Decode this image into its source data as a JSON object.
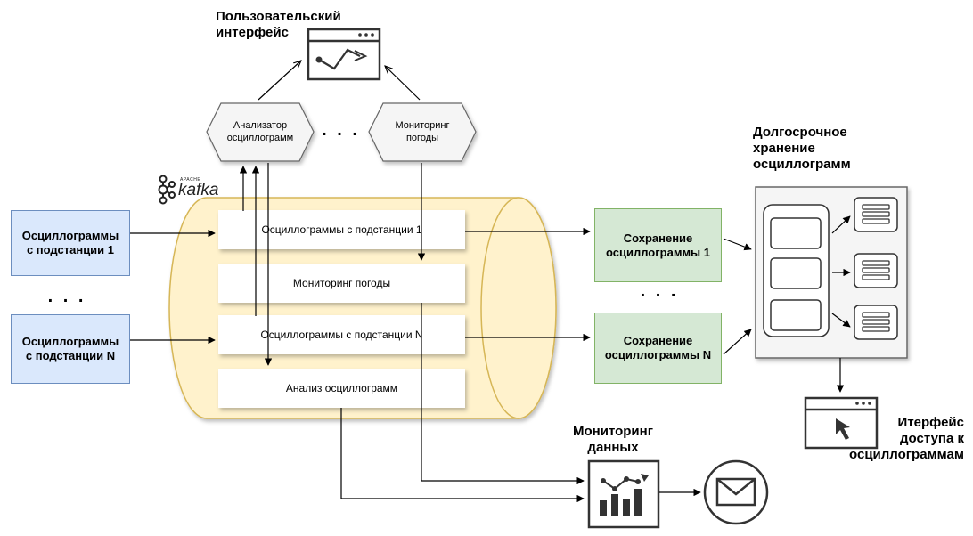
{
  "ui_title": {
    "line1": "Пользовательский",
    "line2": "интерфейс"
  },
  "kafka_logo": {
    "small_text": "APACHE",
    "name": "kafka"
  },
  "services": {
    "analyzer": [
      "Анализатор",
      "осциллограмм"
    ],
    "weather": [
      "Мониторинг",
      "погоды"
    ],
    "dots": ". . ."
  },
  "sources": {
    "source1": [
      "Осциллограммы",
      "с подстанции 1"
    ],
    "sourceN": [
      "Осциллограммы",
      "с подстанции N"
    ],
    "dots": ". . ."
  },
  "topics": [
    "Осциллограммы с подстанции 1",
    "Мониторинг погоды",
    "Осциллограммы с подстанции N",
    "Анализ осциллограмм"
  ],
  "savers": {
    "saver1": [
      "Сохранение",
      "осциллограммы 1"
    ],
    "saverN": [
      "Сохранение",
      "осциллограммы N"
    ],
    "dots": ". . ."
  },
  "storage": {
    "title": [
      "Долгосрочное",
      "хранение",
      "осциллограмм"
    ]
  },
  "access": {
    "title": [
      "Итерфейс",
      "доступа к",
      "осциллограммам"
    ]
  },
  "monitoring": {
    "title": [
      "Мониторинг",
      "данных"
    ]
  },
  "icons": {
    "ui_window": "chart-window-icon",
    "access_window": "cursor-window-icon",
    "monitoring": "bar-chart-trend-icon",
    "mail": "envelope-icon",
    "servers": "server-icon"
  },
  "colors": {
    "kafka_fill": "#fff2cc",
    "kafka_stroke": "#d6b656",
    "source_fill": "#dae8fc",
    "source_stroke": "#6c8ebf",
    "saver_fill": "#d5e8d4",
    "saver_stroke": "#82b366",
    "hex_fill": "#f5f5f5",
    "hex_stroke": "#666666",
    "storage_fill": "#f5f5f5"
  }
}
